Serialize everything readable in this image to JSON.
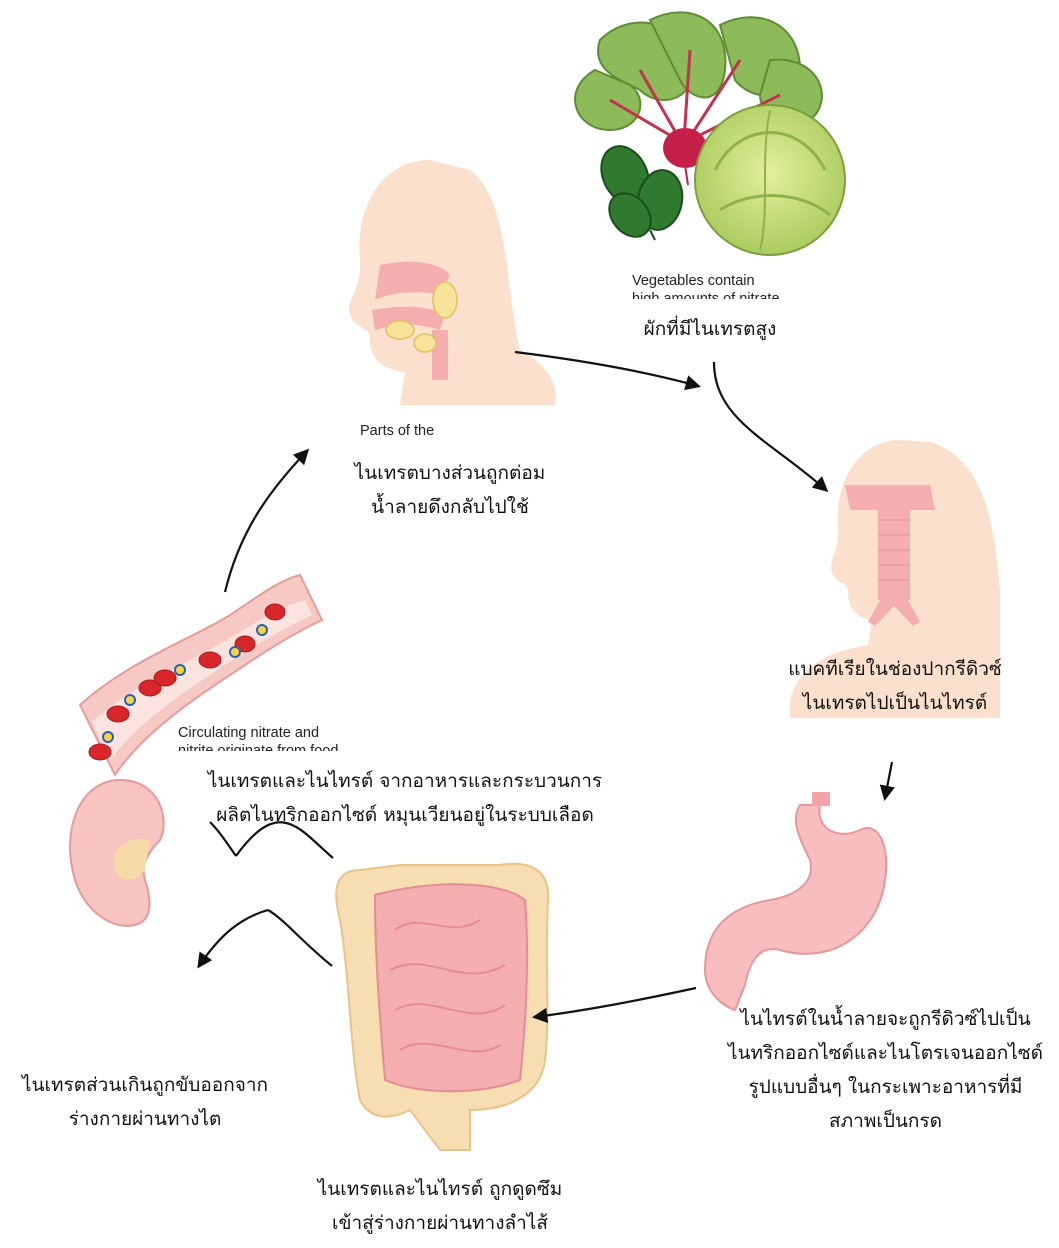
{
  "figure_captions": {
    "vegetables": [
      "Vegetables contain",
      "high amounts of nitrate"
    ],
    "head": [
      "Parts of the"
    ],
    "vessel": [
      "Circulating nitrate and",
      "nitrite originate from food"
    ]
  },
  "steps": {
    "vegetables": {
      "lines": [
        "ผักที่มีไนเทรตสูง"
      ]
    },
    "mouth": {
      "lines": [
        "แบคทีเรียในช่องปากรีดิวซ์",
        "ไนเทรตไปเป็นไนไทรต์"
      ]
    },
    "stomach": {
      "lines": [
        "ไนไทรต์ในน้ำลายจะถูกรีดิวซ์ไปเป็น",
        "ไนทริกออกไซด์และไนโตรเจนออกไซด์",
        "รูปแบบอื่นๆ ในกระเพาะอาหารที่มี",
        "สภาพเป็นกรด"
      ]
    },
    "intestine": {
      "lines": [
        "ไนเทรตและไนไทรต์ ถูกดูดซึม",
        "เข้าสู่ร่างกายผ่านทางลำไส้"
      ]
    },
    "kidney": {
      "lines": [
        "ไนเทรตส่วนเกินถูกขับออกจาก",
        "ร่างกายผ่านทางไต"
      ]
    },
    "blood": {
      "lines": [
        "ไนเทรตและไนไทรต์ จากอาหารและกระบวนการ",
        "ผลิตไนทริกออกไซด์ หมุนเวียนอยู่ในระบบเลือด"
      ]
    },
    "saliva": {
      "lines": [
        "ไนเทรตบางส่วนถูกต่อม",
        "น้ำลายดึงกลับไปใช้"
      ]
    }
  },
  "colors": {
    "skin": "#fbe0cd",
    "flesh": "#f5aeb0",
    "gland": "#f7e39a",
    "blood_cell": "#d8262b",
    "vessel_wall": "#f6c9c4",
    "leaf_green": "#7cab4a",
    "beet": "#c4204a",
    "arrow": "#111111"
  }
}
